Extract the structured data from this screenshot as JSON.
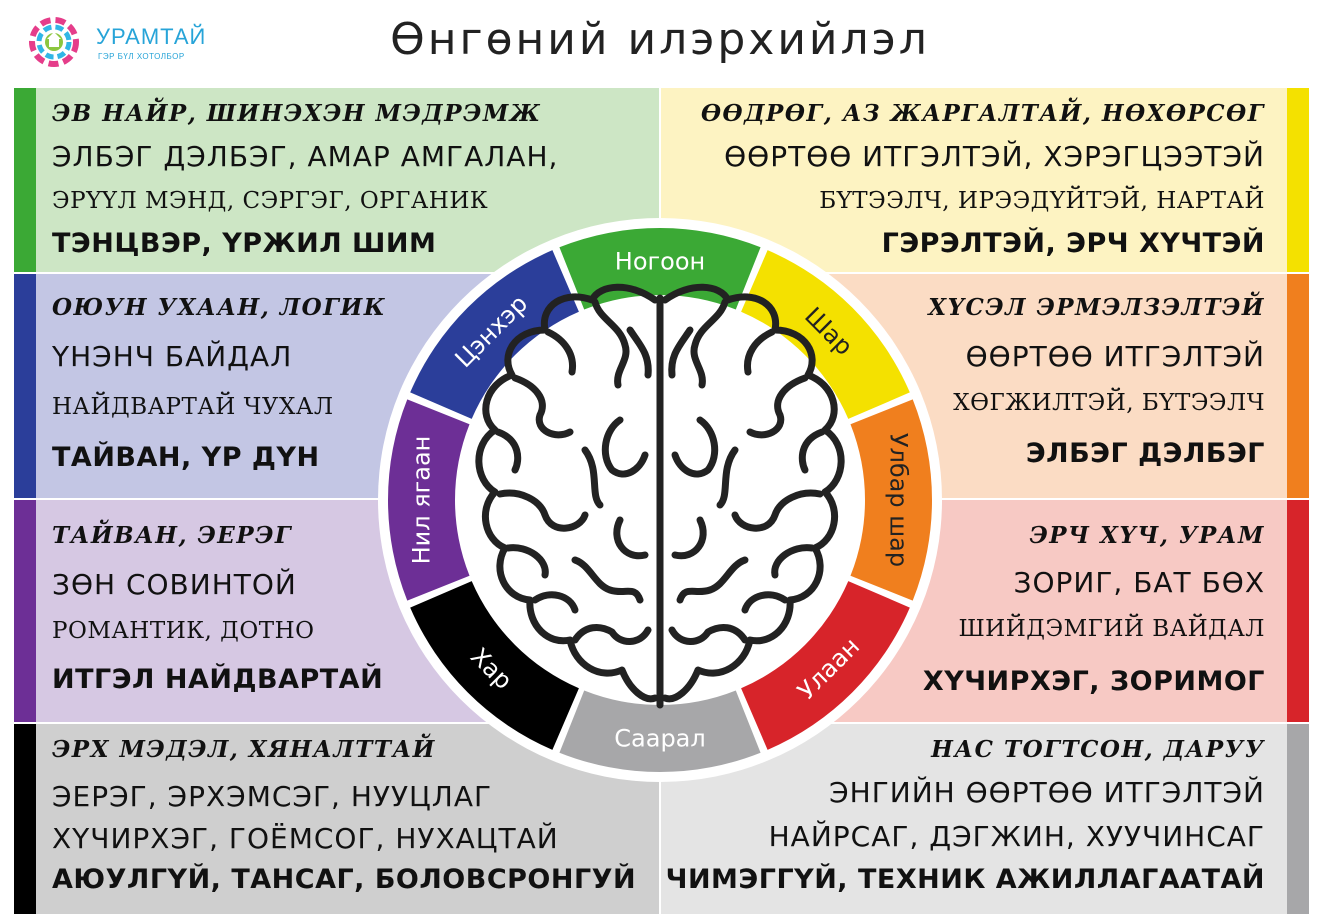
{
  "logo": {
    "name": "УРАМТАЙ",
    "tagline": "ГЭР БҮЛ ХОТОЛБОР"
  },
  "title": "Өнгөний илэрхийлэл",
  "panels": {
    "green": {
      "color": "#3ba935",
      "bg": "#cde6c5",
      "lines": [
        "ЭВ НАЙР, ШИНЭХЭН МЭДРЭМЖ",
        "ЭЛБЭГ ДЭЛБЭГ, АМАР АМГАЛАН,",
        "ЭРҮҮЛ МЭНД, СЭРГЭГ, ОРГАНИК",
        "ТЭНЦВЭР, ҮРЖИЛ ШИМ"
      ]
    },
    "blue": {
      "color": "#2b3e9a",
      "bg": "#c3c6e4",
      "lines": [
        "ОЮУН УХААН, ЛОГИК",
        "ҮНЭНЧ БАЙДАЛ",
        "НАЙДВАРТАЙ ЧУХАЛ",
        "ТАЙВАН, ҮР ДҮН"
      ]
    },
    "purple": {
      "color": "#6d2f96",
      "bg": "#d6c8e3",
      "lines": [
        "ТАЙВАН, ЭЕРЭГ",
        "ЗӨН СОВИНТОЙ",
        "РОМАНТИК, ДОТНО",
        "ИТГЭЛ НАЙДВАРТАЙ"
      ]
    },
    "black": {
      "color": "#000000",
      "bg": "#cfcfcf",
      "lines": [
        "ЭРХ МЭДЭЛ, ХЯНАЛТТАЙ",
        "ЭЕРЭГ, ЭРХЭМСЭГ, НУУЦЛАГ",
        "ХҮЧИРХЭГ, ГОЁМСОГ, НУХАЦТАЙ",
        "АЮУЛГҮЙ, ТАНСАГ, БОЛОВСРОНГУЙ"
      ]
    },
    "yellow": {
      "color": "#f4e100",
      "bg": "#fdf3c2",
      "lines": [
        "ӨӨДРӨГ, АЗ ЖАРГАЛТАЙ, НӨХӨРСӨГ",
        "ӨӨРТӨӨ ИТГЭЛТЭЙ, ХЭРЭГЦЭЭТЭЙ",
        "БҮТЭЭЛЧ, ИРЭЭДҮЙТЭЙ, НАРТАЙ",
        "ГЭРЭЛТЭЙ, ЭРЧ ХҮЧТЭЙ"
      ]
    },
    "orange": {
      "color": "#f07f1e",
      "bg": "#fbdcc4",
      "lines": [
        "ХҮСЭЛ ЭРМЭЛЗЭЛТЭЙ",
        "ӨӨРТӨӨ ИТГЭЛТЭЙ",
        "ХӨГЖИЛТЭЙ, БҮТЭЭЛЧ",
        "ЭЛБЭГ ДЭЛБЭГ"
      ]
    },
    "red": {
      "color": "#d7242a",
      "bg": "#f7c9c4",
      "lines": [
        "ЭРЧ ХҮЧ, УРАМ",
        "ЗОРИГ, БАТ БӨХ",
        "ШИЙДЭМГИЙ ВАЙДАЛ",
        "ХҮЧИРХЭГ, ЗОРИМОГ"
      ]
    },
    "gray": {
      "color": "#a7a7a9",
      "bg": "#e4e4e4",
      "lines": [
        "НАС ТОГТСОН, ДАРУУ",
        "ЭНГИЙН ӨӨРТӨӨ ИТГЭЛТЭЙ",
        "НАЙРСАГ, ДЭГЖИН, ХУУЧИНСАГ",
        "ЧИМЭГГҮЙ, ТЕХНИК АЖИЛЛАГААТАЙ"
      ]
    }
  },
  "wheel": {
    "segments": [
      {
        "label": "Ногоон",
        "color": "#3ba935",
        "text_color": "#ffffff"
      },
      {
        "label": "Шар",
        "color": "#f4e100",
        "text_color": "#222222"
      },
      {
        "label": "Улбар шар",
        "color": "#f07f1e",
        "text_color": "#222222"
      },
      {
        "label": "Улаан",
        "color": "#d7242a",
        "text_color": "#ffffff"
      },
      {
        "label": "Саарал",
        "color": "#a7a7a9",
        "text_color": "#ffffff"
      },
      {
        "label": "Хар",
        "color": "#000000",
        "text_color": "#ffffff"
      },
      {
        "label": "Нил ягаан",
        "color": "#6d2f96",
        "text_color": "#ffffff"
      },
      {
        "label": "Цэнхэр",
        "color": "#2b3e9a",
        "text_color": "#ffffff"
      }
    ]
  }
}
